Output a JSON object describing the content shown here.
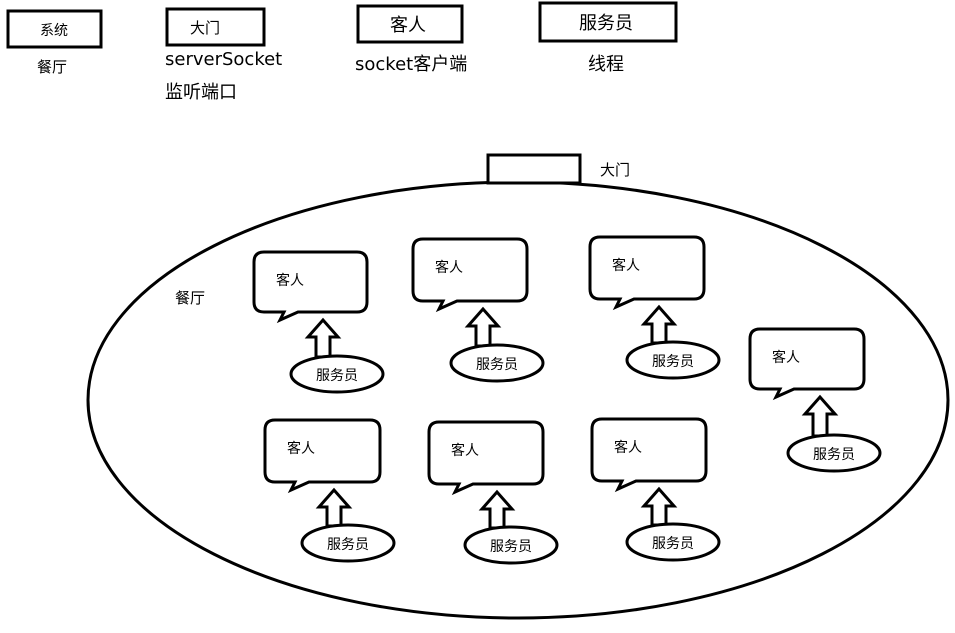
{
  "legend": [
    {
      "box": "系统",
      "lines": [
        "餐厅"
      ]
    },
    {
      "box": "大门",
      "lines": [
        "serverSocket",
        "监听端口"
      ]
    },
    {
      "box": "客人",
      "lines": [
        "socket客户端"
      ]
    },
    {
      "box": "服务员",
      "lines": [
        "线程"
      ]
    }
  ],
  "diagram": {
    "door_label": "大门",
    "hall_label": "餐厅",
    "pairs": [
      {
        "guest": "客人",
        "waiter": "服务员"
      },
      {
        "guest": "客人",
        "waiter": "服务员"
      },
      {
        "guest": "客人",
        "waiter": "服务员"
      },
      {
        "guest": "客人",
        "waiter": "服务员"
      },
      {
        "guest": "客人",
        "waiter": "服务员"
      },
      {
        "guest": "客人",
        "waiter": "服务员"
      },
      {
        "guest": "客人",
        "waiter": "服务员"
      }
    ]
  }
}
